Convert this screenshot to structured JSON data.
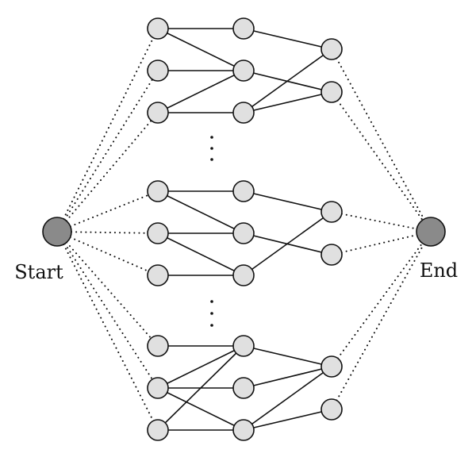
{
  "labels": {
    "start": "Start",
    "end": "End"
  },
  "colors": {
    "node_fill": "#e0e0e0",
    "terminal_fill": "#8a8a8a",
    "stroke": "#111111"
  },
  "groups": [
    {
      "col1_count": 3,
      "col2_count": 3,
      "col3_count": 2,
      "edges_1_2": [
        [
          0,
          0
        ],
        [
          0,
          1
        ],
        [
          1,
          1
        ],
        [
          2,
          1
        ],
        [
          2,
          2
        ]
      ],
      "edges_2_3": [
        [
          0,
          0
        ],
        [
          1,
          1
        ],
        [
          2,
          0
        ],
        [
          2,
          1
        ]
      ]
    },
    {
      "col1_count": 3,
      "col2_count": 3,
      "col3_count": 2,
      "edges_1_2": [
        [
          0,
          0
        ],
        [
          0,
          1
        ],
        [
          1,
          1
        ],
        [
          1,
          2
        ],
        [
          2,
          2
        ]
      ],
      "edges_2_3": [
        [
          0,
          0
        ],
        [
          1,
          1
        ],
        [
          2,
          0
        ]
      ]
    },
    {
      "col1_count": 3,
      "col2_count": 3,
      "col3_count": 2,
      "edges_1_2": [
        [
          0,
          0
        ],
        [
          1,
          0
        ],
        [
          1,
          1
        ],
        [
          1,
          2
        ],
        [
          2,
          0
        ],
        [
          2,
          2
        ]
      ],
      "edges_2_3": [
        [
          0,
          0
        ],
        [
          1,
          0
        ],
        [
          2,
          0
        ],
        [
          2,
          1
        ]
      ]
    }
  ]
}
